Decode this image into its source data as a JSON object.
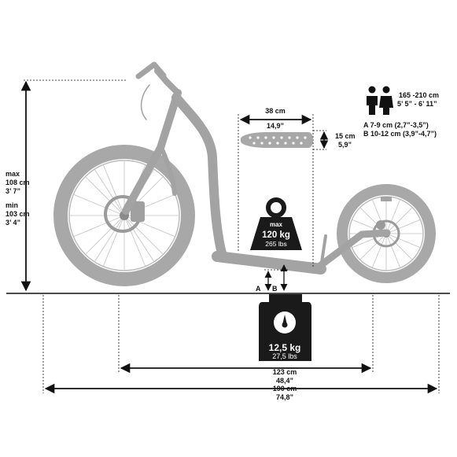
{
  "height": {
    "max_label": "max",
    "max_cm": "108 cm",
    "max_in": "3’ 7”",
    "min_label": "min",
    "min_cm": "103 cm",
    "min_in": "3’ 4”"
  },
  "deck": {
    "length_cm": "38 cm",
    "length_in": "14,9”",
    "width_cm": "15 cm",
    "width_in": "5,9”"
  },
  "rider": {
    "height_cm": "165 -210 cm",
    "height_ft": "5’ 5” - 6’ 11”",
    "clearance_a": "A 7-9 cm (2,7”-3,5”)",
    "clearance_b": "B 10-12 cm (3,9”-4,7”)"
  },
  "max_load": {
    "label": "max",
    "kg": "120 kg",
    "lbs": "265 lbs"
  },
  "clearance_markers": {
    "a": "A",
    "b": "B"
  },
  "scooter_weight": {
    "kg": "12,5 kg",
    "lbs": "27,5 lbs"
  },
  "wheelbase": {
    "cm": "123 cm",
    "in": "48,4”"
  },
  "total_length": {
    "cm": "190 cm",
    "in": "74,8”"
  },
  "colors": {
    "frame": "#a3a3a3",
    "tire": "#a8a8a8",
    "dark": "#1a1a1a",
    "dim_line": "#111111"
  },
  "icons": [
    "rider-icons",
    "weight-icon",
    "scale-icon",
    "deck-icon"
  ]
}
